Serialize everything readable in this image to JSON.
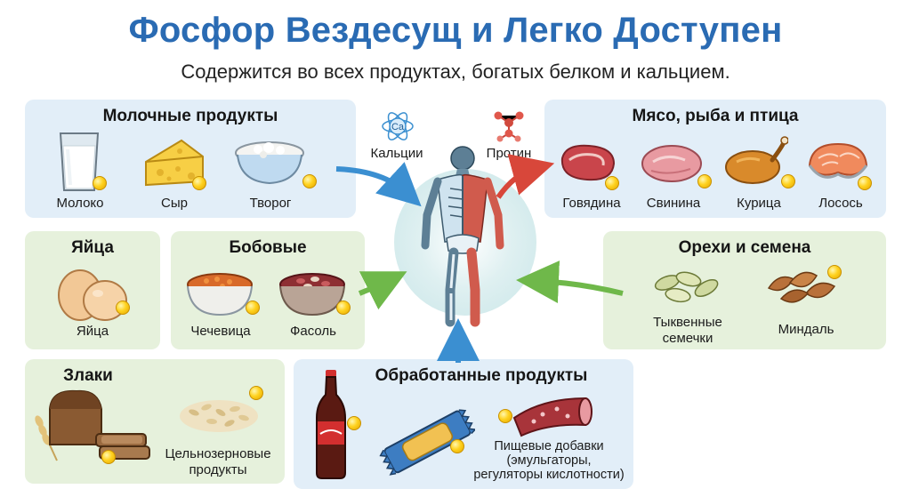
{
  "title": "Фосфор Вездесущ и Легко Доступен",
  "subtitle": "Содержится во всех продуктах, богатых белком и кальцием.",
  "center": {
    "calcium_label": "Кальции",
    "calcium_symbol": "Ca",
    "protein_label": "Протин"
  },
  "dairy": {
    "title": "Молочные продукты",
    "items": [
      "Молоко",
      "Сыр",
      "Творог"
    ]
  },
  "meat": {
    "title": "Мясо, рыба и птица",
    "items": [
      "Говядина",
      "Свинина",
      "Курица",
      "Лосось"
    ]
  },
  "eggs": {
    "title": "Яйца",
    "items": [
      "Яйца"
    ]
  },
  "legumes": {
    "title": "Бобовые",
    "items": [
      "Чечевица",
      "Фасоль"
    ]
  },
  "nuts": {
    "title": "Орехи и семена",
    "items": [
      "Тыквенные",
      "семечки",
      "Миндаль"
    ]
  },
  "grains": {
    "title": "Злаки",
    "items": [
      "Цельнозерновые",
      "продукты"
    ]
  },
  "processed": {
    "title": "Обработанные продукты",
    "additive_lines": [
      "Пищевые добавки",
      "(эмульгаторы,",
      "регуляторы кислотности)"
    ]
  },
  "colors": {
    "title": "#2a6bb3",
    "panel_blue": "#e2eef8",
    "panel_green": "#e6f1dc",
    "arrow_blue": "#3b8fd1",
    "arrow_green": "#6fb84a",
    "arrow_red": "#d8473a",
    "phosphorus_dot": "#ffd21f"
  },
  "icons": [
    "milk-glass-icon",
    "cheese-icon",
    "cottage-cheese-bowl-icon",
    "calcium-atom-icon",
    "protein-molecule-icon",
    "human-body-icon",
    "beef-steak-icon",
    "pork-icon",
    "roast-chicken-icon",
    "salmon-steak-icon",
    "eggs-icon",
    "lentils-bowl-icon",
    "beans-bowl-icon",
    "pumpkin-seeds-icon",
    "almonds-icon",
    "bread-loaf-icon",
    "wheat-icon",
    "oats-icon",
    "soda-bottle-icon",
    "snack-bar-icon",
    "sausage-icon"
  ]
}
